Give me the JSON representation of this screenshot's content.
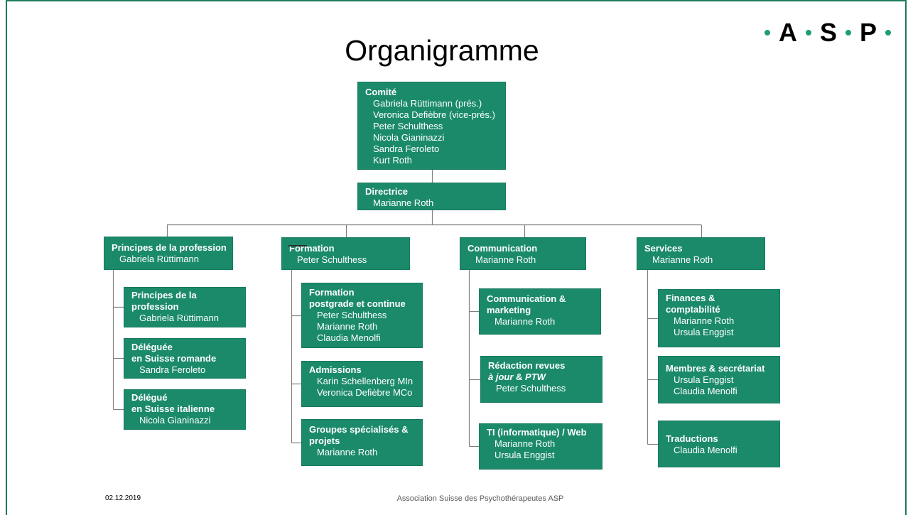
{
  "slide": {
    "title": "Organigramme"
  },
  "logo": {
    "letters": [
      "A",
      "S",
      "P"
    ]
  },
  "colors": {
    "box_fill": "#1b8a6b",
    "box_border": "#177a5e",
    "connector": "#7f7f7f",
    "frame": "#1c7a5a",
    "logo_dot": "#1f9e6e",
    "box_text": "#ffffff"
  },
  "org": {
    "comite": {
      "title": "Comité",
      "members": [
        "Gabriela Rüttimann (prés.)",
        "Veronica Defièbre (vice-prés.)",
        "Peter Schulthess",
        "Nicola Gianinazzi",
        "Sandra Feroleto",
        "Kurt Roth"
      ]
    },
    "directrice": {
      "title": "Directrice",
      "members": [
        "Marianne Roth"
      ]
    },
    "departments": [
      {
        "title": "Principes de la profession",
        "head": "Gabriela Rüttimann",
        "units": [
          {
            "title_lines": [
              "Principes de la",
              "profession"
            ],
            "members": [
              "Gabriela Rüttimann"
            ]
          },
          {
            "title_lines": [
              "Déléguée",
              "en Suisse romande"
            ],
            "members": [
              "Sandra Feroleto"
            ]
          },
          {
            "title_lines": [
              "Délégué",
              "en Suisse italienne"
            ],
            "members": [
              "Nicola Gianinazzi"
            ]
          }
        ]
      },
      {
        "title": "Formation",
        "head": "Peter Schulthess",
        "units": [
          {
            "title_lines": [
              "Formation",
              "postgrade et continue"
            ],
            "members": [
              "Peter Schulthess",
              "Marianne Roth",
              "Claudia Menolfi"
            ]
          },
          {
            "title_lines": [
              "Admissions"
            ],
            "members": [
              "Karin Schellenberg MIn",
              "Veronica Defièbre MCo"
            ]
          },
          {
            "title_lines": [
              "Groupes spécialisés &",
              "projets"
            ],
            "members": [
              "Marianne Roth"
            ]
          }
        ]
      },
      {
        "title": "Communication",
        "head": "Marianne Roth",
        "units": [
          {
            "title_lines": [
              "Communication &",
              "marketing"
            ],
            "members": [
              "Marianne Roth"
            ]
          },
          {
            "title_lines": [
              "Rédaction revues"
            ],
            "title_line_2_parts": [
              "à jour",
              "&",
              "PTW"
            ],
            "members": [
              "Peter Schulthess"
            ]
          },
          {
            "title_lines": [
              "TI (informatique) / Web"
            ],
            "members": [
              "Marianne Roth",
              "Ursula Enggist"
            ]
          }
        ]
      },
      {
        "title": "Services",
        "head": "Marianne Roth",
        "units": [
          {
            "title_lines": [
              "Finances &",
              "comptabilité"
            ],
            "members": [
              "Marianne Roth",
              "Ursula Enggist"
            ]
          },
          {
            "title_lines": [
              "Membres & secrétariat"
            ],
            "members": [
              "Ursula Enggist",
              "Claudia Menolfi"
            ]
          },
          {
            "title_lines": [
              "Traductions"
            ],
            "members": [
              "Claudia Menolfi"
            ]
          }
        ]
      }
    ]
  },
  "footer": {
    "date": "02.12.2019",
    "organization": "Association Suisse des Psychothérapeutes ASP"
  }
}
